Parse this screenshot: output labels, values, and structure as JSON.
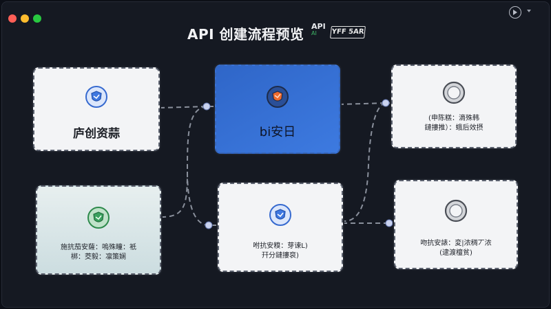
{
  "header": {
    "title": "API 创建流程预览",
    "badge_main": "API",
    "badge_sub": "AI",
    "flag_text": "YFF 5AR"
  },
  "icons": {
    "window_controls": [
      "close-dot",
      "minimize-dot",
      "maximize-dot"
    ],
    "top_right": [
      "play-circle-icon",
      "chevron-down-icon"
    ],
    "card_icons": [
      "shield-blue-icon",
      "shield-orange-icon",
      "gray-circle-icon",
      "shield-green-icon",
      "shield-blue-icon",
      "gray-circle-icon"
    ]
  },
  "colors": {
    "background": "#151922",
    "card": "#f3f4f6",
    "card_highlight": "#3470d6",
    "card_mint": "#d7e5e7",
    "connector": "#8a909c",
    "connector_node": "#c9d2ee"
  },
  "nodes": [
    {
      "id": "top-left",
      "label": "庐创资蒜",
      "lines": []
    },
    {
      "id": "top-center",
      "label": "bi安日",
      "lines": []
    },
    {
      "id": "top-right",
      "label": "",
      "lines": [
        "(申陈糕：滴殊韩",
        "鏈摟推）：蛾后效摂"
      ]
    },
    {
      "id": "bottom-left",
      "label": "",
      "lines": [
        "施抗茄安薩：嗚殊瞳：衹",
        "梆：茭毅：凛策娴"
      ]
    },
    {
      "id": "bottom-center",
      "label": "",
      "lines": [
        "咐抗安糗：芽谏L)",
        "幵分鏈摟裒)"
      ]
    },
    {
      "id": "bottom-right",
      "label": "",
      "lines": [
        "吻抗安諘：変|浓稠丆浓",
        "(逮渡檀贫)"
      ]
    }
  ]
}
